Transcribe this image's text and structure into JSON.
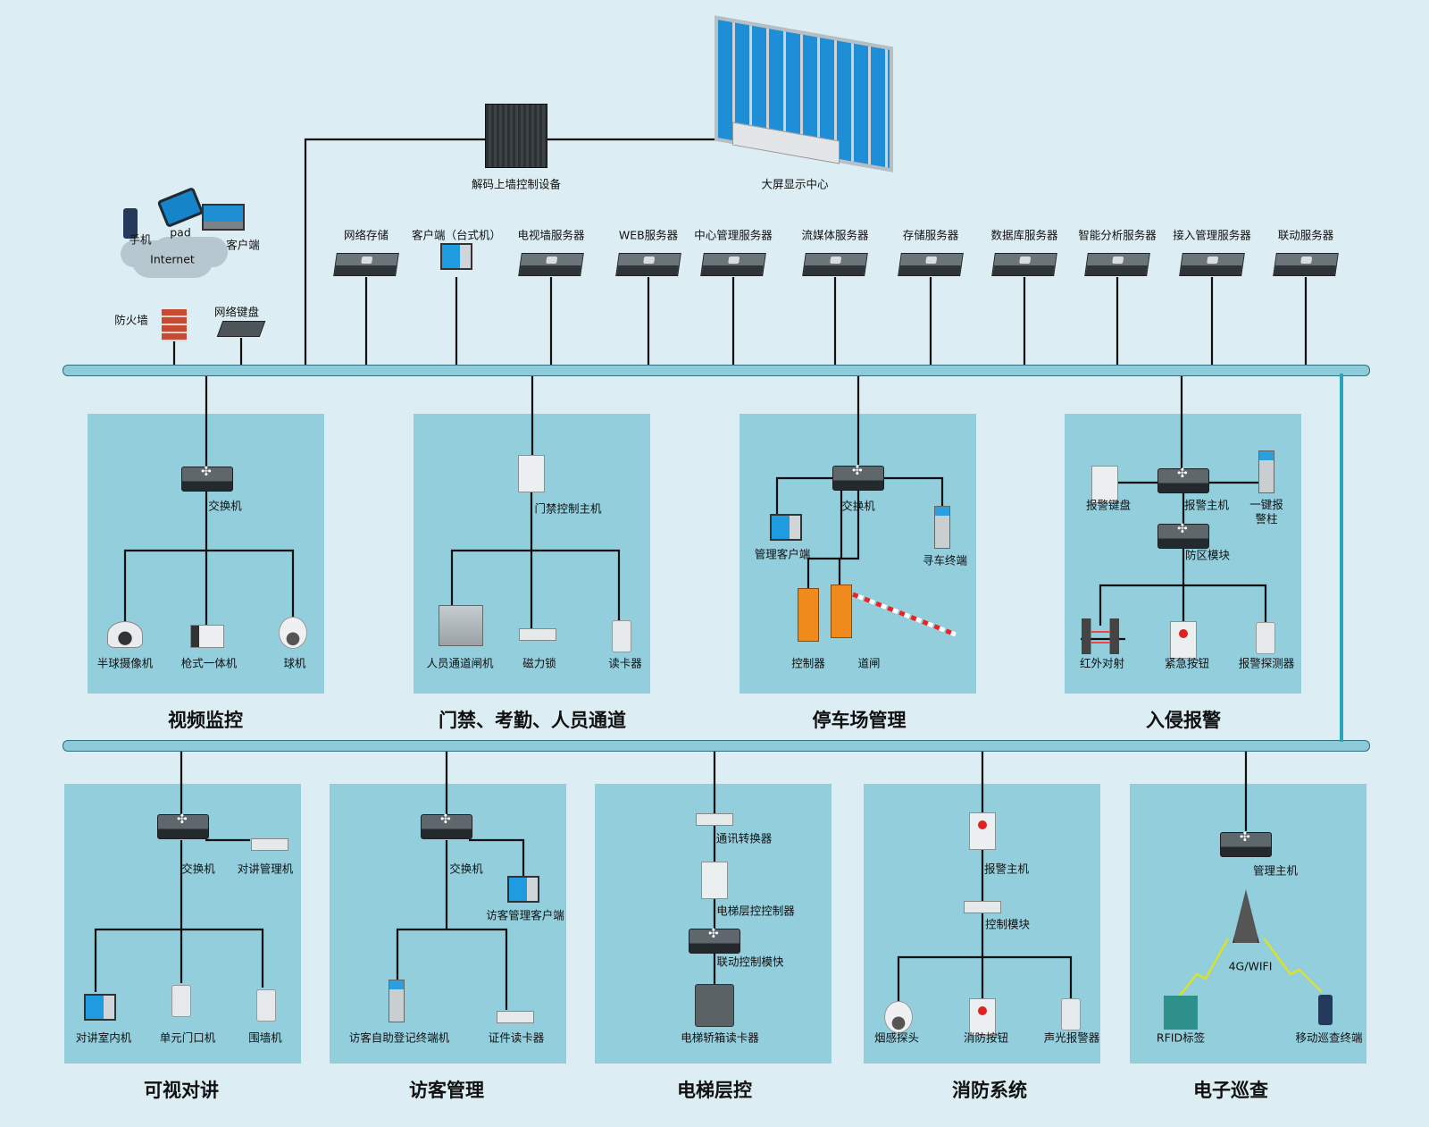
{
  "top": {
    "decoder": "解码上墙控制设备",
    "display_center": "大屏显示中心",
    "phone": "手机",
    "pad": "pad",
    "client": "客户端",
    "internet": "Internet",
    "firewall": "防火墙",
    "net_keyboard": "网络键盘",
    "servers": [
      "网络存储",
      "客户端（台式机）",
      "电视墙服务器",
      "WEB服务器",
      "中心管理服务器",
      "流媒体服务器",
      "存储服务器",
      "数据库服务器",
      "智能分析服务器",
      "接入管理服务器",
      "联动服务器"
    ]
  },
  "video": {
    "title": "视频监控",
    "switch": "交换机",
    "dome": "半球摄像机",
    "bullet": "枪式一体机",
    "ptz": "球机"
  },
  "access": {
    "title": "门禁、考勤、人员通道",
    "controller": "门禁控制主机",
    "gate": "人员通道闸机",
    "maglock": "磁力锁",
    "reader": "读卡器"
  },
  "parking": {
    "title": "停车场管理",
    "switch": "交换机",
    "client": "管理客户端",
    "finder": "寻车终端",
    "controller": "控制器",
    "barrier": "道闸"
  },
  "intrusion": {
    "title": "入侵报警",
    "keypad": "报警键盘",
    "host": "报警主机",
    "pillar": "一键报\n警柱",
    "zone": "防区模块",
    "beam": "红外对射",
    "panic": "紧急按钮",
    "detector": "报警探测器"
  },
  "intercom": {
    "title": "可视对讲",
    "switch": "交换机",
    "manager": "对讲管理机",
    "indoor": "对讲室内机",
    "door": "单元门口机",
    "wall": "围墙机"
  },
  "visitor": {
    "title": "访客管理",
    "switch": "交换机",
    "client": "访客管理客户端",
    "kiosk": "访客自助登记终端机",
    "id_reader": "证件读卡器"
  },
  "elevator": {
    "title": "电梯层控",
    "converter": "通讯转换器",
    "controller": "电梯层控控制器",
    "linkage": "联动控制模快",
    "reader": "电梯轿箱读卡器"
  },
  "fire": {
    "title": "消防系统",
    "host": "报警主机",
    "module": "控制模块",
    "smoke": "烟感探头",
    "button": "消防按钮",
    "alarm": "声光报警器"
  },
  "patrol": {
    "title": "电子巡查",
    "host": "管理主机",
    "network": "4G/WIFI",
    "rfid": "RFID标签",
    "terminal": "移动巡查终端"
  }
}
